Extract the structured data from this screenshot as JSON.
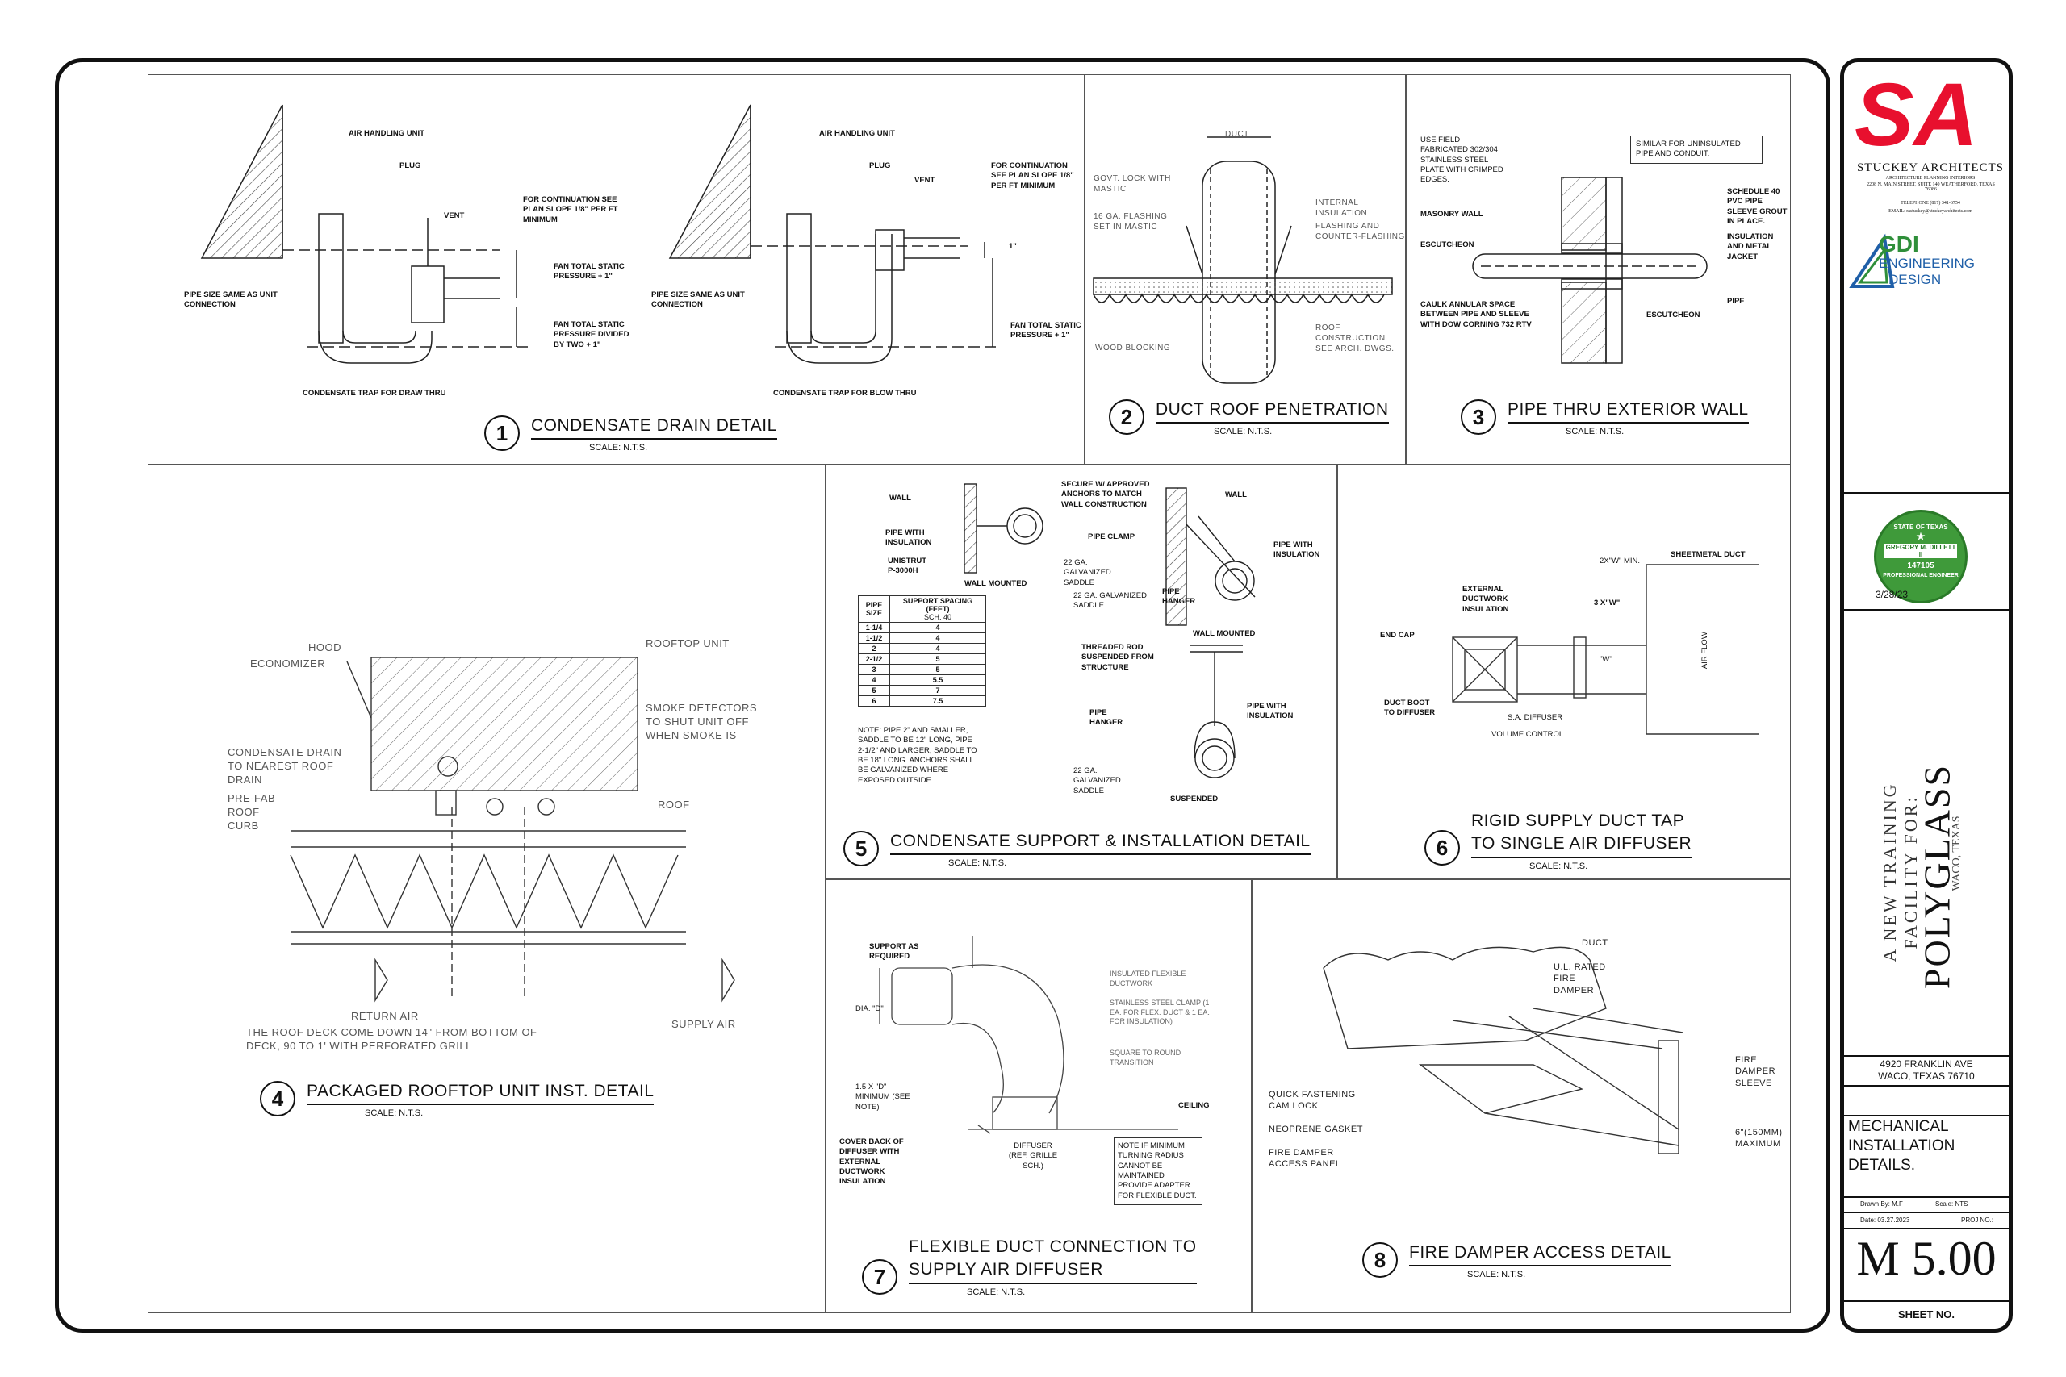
{
  "details": [
    {
      "number": "1",
      "title": "CONDENSATE DRAIN DETAIL",
      "scale": "SCALE: N.T.S."
    },
    {
      "number": "2",
      "title": "DUCT ROOF PENETRATION",
      "scale": "SCALE: N.T.S."
    },
    {
      "number": "3",
      "title": "PIPE THRU EXTERIOR WALL",
      "scale": "SCALE: N.T.S."
    },
    {
      "number": "4",
      "title": "PACKAGED ROOFTOP UNIT INST. DETAIL",
      "scale": "SCALE: N.T.S."
    },
    {
      "number": "5",
      "title": "CONDENSATE SUPPORT & INSTALLATION DETAIL",
      "scale": "SCALE: N.T.S."
    },
    {
      "number": "6",
      "title_line1": "RIGID SUPPLY DUCT TAP",
      "title_line2": "TO SINGLE AIR DIFFUSER",
      "scale": "SCALE: N.T.S."
    },
    {
      "number": "7",
      "title_line1": "FLEXIBLE DUCT CONNECTION TO",
      "title_line2": "SUPPLY AIR DIFFUSER",
      "scale": "SCALE: N.T.S."
    },
    {
      "number": "8",
      "title": "FIRE DAMPER ACCESS DETAIL",
      "scale": "SCALE: N.T.S."
    }
  ],
  "d1": {
    "air_handling_unit": "AIR HANDLING UNIT",
    "plug": "PLUG",
    "vent": "VENT",
    "continuation_draw": "FOR CONTINUATION SEE PLAN SLOPE 1/8\" PER FT MINIMUM",
    "continuation_blow": "FOR CONTINUATION SEE PLAN SLOPE 1/8\" PER FT MINIMUM",
    "pipe_size": "PIPE SIZE SAME AS UNIT CONNECTION",
    "fan_static_plus": "FAN TOTAL STATIC PRESSURE + 1\"",
    "fan_static_divided": "FAN TOTAL STATIC PRESSURE DIVIDED BY TWO + 1\"",
    "one_inch": "1\"",
    "trap_draw": "CONDENSATE TRAP FOR DRAW THRU",
    "trap_blow": "CONDENSATE TRAP FOR BLOW THRU"
  },
  "d2": {
    "duct": "DUCT",
    "govt_lock": "GOVT. LOCK WITH MASTIC",
    "flashing_16ga": "16 GA. FLASHING SET IN MASTIC",
    "internal_insulation": "INTERNAL INSULATION",
    "flashing_counter": "FLASHING AND COUNTER-FLASHING",
    "roof_construction": "ROOF CONSTRUCTION SEE ARCH. DWGS.",
    "wood_blocking": "WOOD BLOCKING"
  },
  "d3": {
    "field_fabricated": "USE FIELD FABRICATED 302/304 STAINLESS STEEL PLATE WITH CRIMPED EDGES.",
    "similar": "SIMILAR FOR UNINSULATED PIPE AND CONDUIT.",
    "masonry_wall": "MASONRY WALL",
    "escutcheon": "ESCUTCHEON",
    "schedule40": "SCHEDULE 40 PVC PIPE SLEEVE GROUT IN PLACE.",
    "insulation_jacket": "INSULATION AND METAL JACKET",
    "caulk": "CAULK ANNULAR SPACE BETWEEN PIPE AND SLEEVE WITH DOW CORNING 732 RTV",
    "pipe": "PIPE"
  },
  "d4": {
    "hood": "HOOD",
    "economizer": "ECONOMIZER",
    "rooftop_unit": "ROOFTOP UNIT",
    "smoke_detectors": "SMOKE DETECTORS TO SHUT UNIT OFF WHEN SMOKE IS",
    "condensate_drain": "CONDENSATE DRAIN TO NEAREST ROOF DRAIN",
    "prefab_curb": "PRE-FAB ROOF CURB",
    "roof": "ROOF",
    "return_air": "RETURN AIR",
    "supply_air": "SUPPLY AIR",
    "roof_deck_note": "THE ROOF DECK COME DOWN 14\" FROM BOTTOM OF DECK, 90 TO 1' WITH PERFORATED GRILL"
  },
  "d5": {
    "wall": "WALL",
    "secure": "SECURE W/ APPROVED ANCHORS TO MATCH WALL CONSTRUCTION",
    "pipe_with_insulation": "PIPE WITH INSULATION",
    "pipe_clamp": "PIPE CLAMP",
    "unistrut": "UNISTRUT P-3000H",
    "saddle_22ga": "22 GA. GALVANIZED SADDLE",
    "wall_mounted": "WALL MOUNTED",
    "pipe_hanger": "PIPE HANGER",
    "threaded_rod": "THREADED ROD SUSPENDED FROM STRUCTURE",
    "suspended": "SUSPENDED",
    "table_header_size": "PIPE SIZE",
    "table_header_spacing": "SUPPORT SPACING (FEET)",
    "table_header_sch": "SCH. 40",
    "table_rows": [
      [
        "1-1/4",
        "4"
      ],
      [
        "1-1/2",
        "4"
      ],
      [
        "2",
        "4"
      ],
      [
        "2-1/2",
        "5"
      ],
      [
        "3",
        "5"
      ],
      [
        "4",
        "5.5"
      ],
      [
        "5",
        "7"
      ],
      [
        "6",
        "7.5"
      ]
    ],
    "note": "NOTE: PIPE 2\" AND SMALLER, SADDLE TO BE 12\" LONG, PIPE 2-1/2\" AND LARGER, SADDLE TO BE 18\" LONG. ANCHORS SHALL BE GALVANIZED WHERE EXPOSED OUTSIDE."
  },
  "d6": {
    "sheetmetal_duct": "SHEETMETAL DUCT",
    "external_insulation": "EXTERNAL DUCTWORK INSULATION",
    "end_cap": "END CAP",
    "w_min": "2x\"W\" MIN.",
    "three_w": "3 x\"W\"",
    "w": "\"W\"",
    "duct_boot": "DUCT BOOT TO DIFFUSER",
    "sa_diffuser": "S.A. DIFFUSER",
    "volume_control": "VOLUME CONTROL",
    "air_flow": "AIR FLOW"
  },
  "d7": {
    "support": "SUPPORT AS REQUIRED",
    "dia": "DIA. \"D\"",
    "insulated_flex": "INSULATED FLEXIBLE DUCTWORK",
    "clamp": "STAINLESS STEEL CLAMP (1 EA. FOR FLEX. DUCT & 1 EA. FOR INSULATION)",
    "square_round": "SQUARE TO ROUND TRANSITION",
    "min_radius": "1.5 X \"D\" MINIMUM (SEE NOTE)",
    "ceiling": "CEILING",
    "cover_back": "COVER BACK OF DIFFUSER WITH EXTERNAL DUCTWORK INSULATION",
    "diffuser_ref": "DIFFUSER (REF. GRILLE SCH.)",
    "note": "NOTE IF MINIMUM TURNING RADIUS CANNOT BE MAINTAINED PROVIDE ADAPTER FOR FLEXIBLE DUCT."
  },
  "d8": {
    "duct": "DUCT",
    "ul_fire_damper": "U.L. RATED FIRE DAMPER",
    "quick_fastening": "QUICK FASTENING CAM LOCK",
    "neoprene": "NEOPRENE GASKET",
    "access_panel": "FIRE DAMPER ACCESS PANEL",
    "sleeve": "FIRE DAMPER SLEEVE",
    "maximum": "6\"(150mm) MAXIMUM"
  },
  "titleblock": {
    "firm": "STUCKEY ARCHITECTS",
    "firm_tagline": "ARCHITECTURE PLANNING INTERIORS",
    "firm_address": "2208 N. MAIN STREET, SUITE 140 WEATHERFORD, TEXAS 76086",
    "firm_phone": "TELEPHONE (817) 341-6754",
    "firm_email": "EMAIL: rastuckey@stuckeyarchitects.com",
    "engineer_line1": "GDI",
    "engineer_line2": "ENGINEERING",
    "engineer_line3": "DESIGN",
    "seal_top": "STATE OF TEXAS",
    "seal_name": "GREGORY M. DILLETT II",
    "seal_number": "147105",
    "seal_bottom": "PROFESSIONAL ENGINEER",
    "seal_date": "3/28/23",
    "project_prefix": "A NEW TRAINING FACILITY FOR:",
    "project_name": "POLYGLASS",
    "project_city": "WACO, TEXAS",
    "address1": "4920 FRANKLIN AVE",
    "address2": "WACO, TEXAS 76710",
    "sheet_title": "MECHANICAL INSTALLATION DETAILS.",
    "drawn_by": "Drawn By: M.F",
    "scale": "Scale: NTS",
    "date": "Date: 03.27.2023",
    "proj_no": "PROJ NO.:",
    "sheet_number": "M 5.00",
    "sheet_no_label": "SHEET NO."
  },
  "colors": {
    "logo_red": "#e8102e",
    "gdi_green": "#2f8f3a",
    "gdi_blue": "#1f5fa8",
    "seal_green": "#3f9a3a"
  }
}
